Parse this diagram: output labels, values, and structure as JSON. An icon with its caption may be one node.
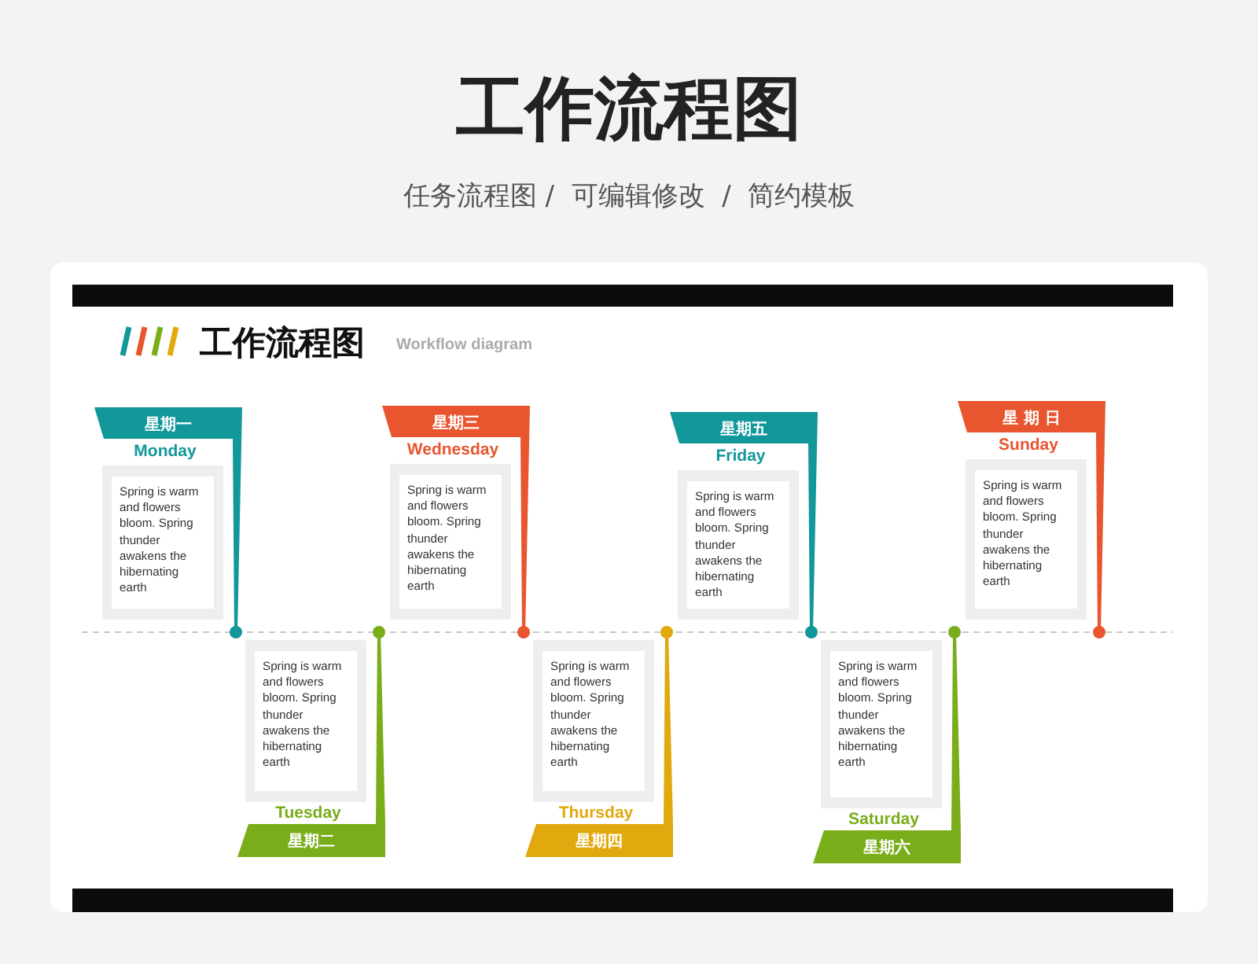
{
  "diagram": {
    "title": "工作流程图",
    "nodes": [
      {
        "text": [
          "星期一",
          "Monday",
          "Spring is warm and flowers bloom. Spring thunder awakens the hibernating earth"
        ]
      },
      {
        "text": [
          "Spring is warm and flowers bloom. Spring thunder awakens the hibernating earth",
          "Tuesday",
          "星期二"
        ]
      },
      {
        "text": [
          "星期三",
          "Wednesday",
          "Spring is warm and flowers bloom. Spring thunder awakens the hibernating earth"
        ]
      },
      {
        "text": [
          "Spring is warm and flowers bloom. Spring thunder awakens the hibernating earth",
          "Thursday",
          "星期四"
        ]
      },
      {
        "text": [
          "星期五",
          "Friday",
          "Spring is warm and flowers bloom. Spring thunder awakens the hibernating earth"
        ]
      },
      {
        "text": [
          "Spring is warm and flowers bloom. Spring thunder awakens the hibernating earth",
          "Saturday",
          "星期六"
        ]
      },
      {
        "text": [
          "星 期 日",
          "Sunday",
          "Spring is warm and flowers bloom. Spring thunder awakens the hibernating earth"
        ]
      }
    ],
    "labels": [
      "任务流程图 /  可编辑修改  /  简约模板",
      "工作流程图",
      "Workflow diagram"
    ]
  }
}
